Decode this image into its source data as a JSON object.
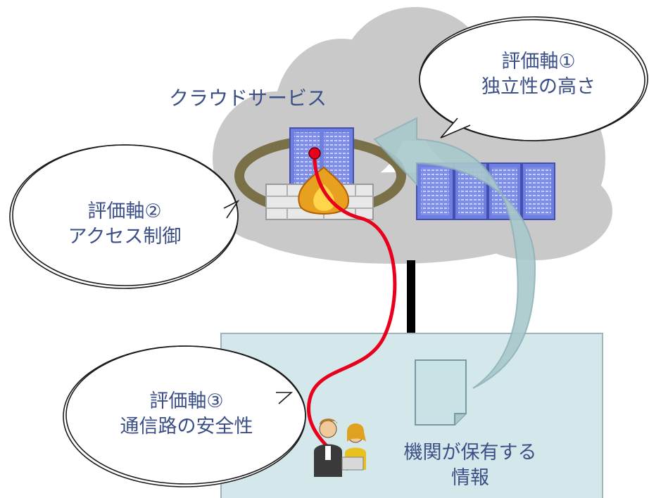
{
  "cloud": {
    "title": "クラウドサービス"
  },
  "bubbles": [
    {
      "line1": "評価軸①",
      "line2": "独立性の高さ"
    },
    {
      "line1": "評価軸②",
      "line2": "アクセス制御"
    },
    {
      "line1": "評価軸③",
      "line2": "通信路の安全性"
    }
  ],
  "org": {
    "line1": "機関が保有する",
    "line2": "情報"
  },
  "colors": {
    "cloud": "#c9c9c9",
    "org_box": "#d4e8ec",
    "path": "#e8001c",
    "text": "#3b4f86",
    "arrow": "#a8c8cc",
    "server": "#6f7fe0"
  }
}
